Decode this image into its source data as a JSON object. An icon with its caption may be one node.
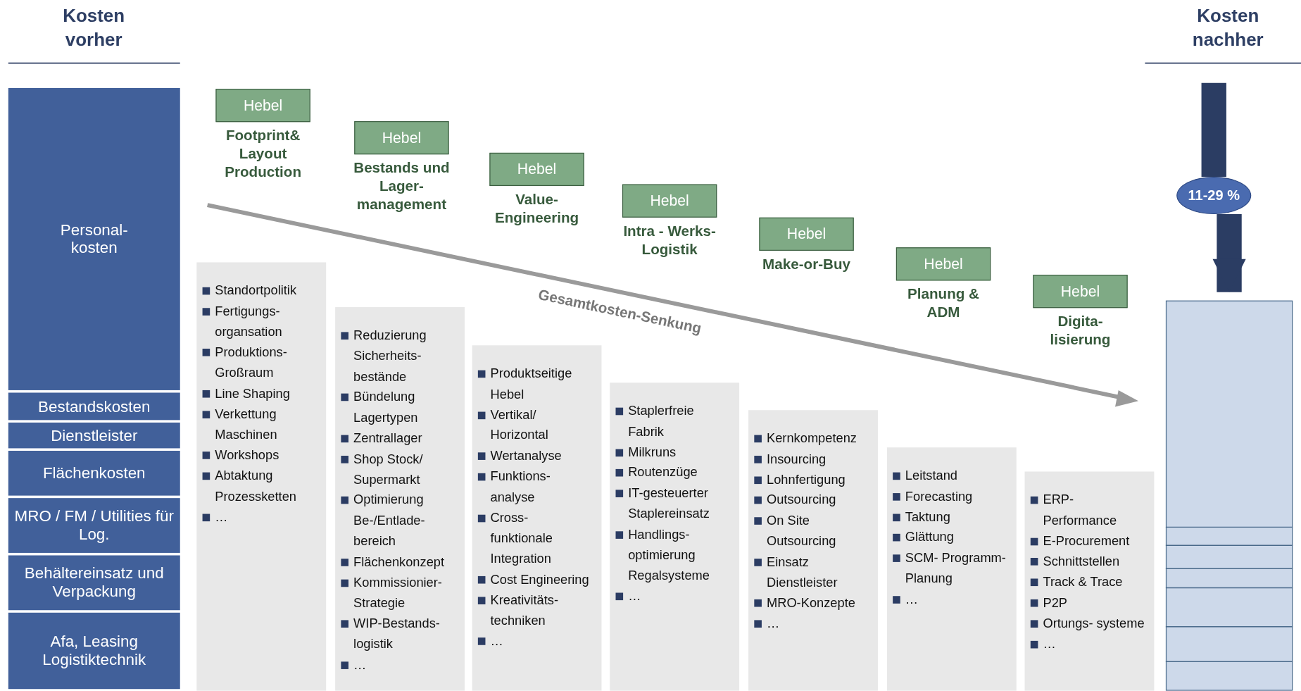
{
  "diagram": {
    "nodes": [
      {
        "text": [
          "Personal- kosten"
        ]
      },
      {
        "text": [
          "Bestandskosten"
        ]
      },
      {
        "text": [
          "Dienstleister"
        ]
      },
      {
        "text": [
          "Flächenkosten"
        ]
      },
      {
        "text": [
          "MRO / FM / Utilities für Log."
        ]
      },
      {
        "text": [
          "Behältereinsatz und Verpackung"
        ]
      },
      {
        "text": [
          "Afa, Leasing Logistiktechnik"
        ]
      },
      {
        "text": [
          "Hebel",
          "Footprint& Layout Production"
        ]
      },
      {
        "text": [
          "Standortpolitik",
          "Fertigungs- organsation",
          "Produktions- Großraum",
          "Line Shaping",
          "Verkettung Maschinen",
          "Workshops",
          "Abtaktung Prozessketten",
          "…"
        ]
      },
      {
        "text": [
          "Hebel",
          "Bestands und Lager- management"
        ]
      },
      {
        "text": [
          "Reduzierung Sicherheits- bestände",
          "Bündelung Lagertypen",
          "Zentrallager",
          "Shop Stock/ Supermarkt",
          "Optimierung Be-/Entlade- bereich",
          "Flächenkonzept",
          "Kommissionier- Strategie",
          "WIP-Bestands- logistik",
          "…"
        ]
      },
      {
        "text": [
          "Hebel",
          "Value- Engineering"
        ]
      },
      {
        "text": [
          "Produktseitige Hebel",
          "Vertikal/ Horizontal",
          "Wertanalyse",
          "Funktions- analyse",
          "Cross- funktionale Integration",
          "Cost Engineering",
          "Kreativitäts- techniken",
          "…"
        ]
      },
      {
        "text": [
          "Hebel",
          "Intra - Werks- Logistik"
        ]
      },
      {
        "text": [
          "Staplerfreie Fabrik",
          "Milkruns",
          "Routenzüge",
          "IT-gesteuerter Staplereinsatz",
          "Handlings- optimierung Regalsysteme",
          "…"
        ]
      },
      {
        "text": [
          "Hebel",
          "Make-or-Buy"
        ]
      },
      {
        "text": [
          "Kernkompetenz",
          "Insourcing",
          "Lohnfertigung",
          "Outsourcing",
          "On Site Outsourcing",
          "Einsatz Dienstleister",
          "MRO-Konzepte",
          "…"
        ]
      },
      {
        "text": [
          "Hebel",
          "Planung & ADM"
        ]
      },
      {
        "text": [
          "Leitstand",
          "Forecasting",
          "Taktung",
          "Glättung",
          "SCM- Programm- Planung",
          "…"
        ]
      },
      {
        "text": [
          "Hebel",
          "Digita- lisierung"
        ]
      },
      {
        "text": [
          "ERP-Performance",
          "E-Procurement",
          "Schnittstellen",
          "Track & Trace",
          "P2P",
          "Ortungs- systeme",
          "…"
        ]
      },
      {
        "text": [
          "11-29 %"
        ]
      },
      {
        "text": [],
        "shape": "bar"
      }
    ],
    "edges": [
      {
        "from": null,
        "to": 21,
        "arrow": "none"
      },
      {
        "from": 21,
        "to": 22,
        "arrow": "to"
      }
    ],
    "labels": [
      "Kosten vorher",
      "Kosten nachher",
      "Gesamtkosten-Senkung"
    ]
  }
}
